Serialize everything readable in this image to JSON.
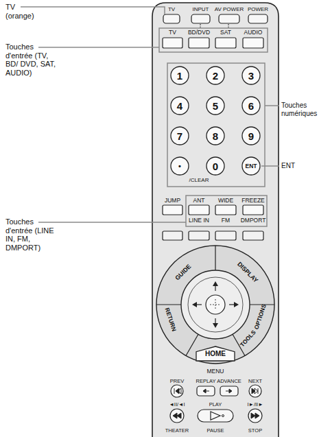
{
  "diagram": {
    "nodes": [
      {
        "text": [
          "1"
        ]
      },
      {
        "text": [
          "2"
        ]
      },
      {
        "text": [
          "3"
        ]
      },
      {
        "text": [
          "4"
        ]
      },
      {
        "text": [
          "5"
        ]
      },
      {
        "text": [
          "6"
        ]
      },
      {
        "text": [
          "7"
        ]
      },
      {
        "text": [
          "8"
        ]
      },
      {
        "text": [
          "9"
        ]
      },
      {
        "text": [
          "•"
        ]
      },
      {
        "text": [
          "0"
        ]
      },
      {
        "text": [
          "ENT"
        ]
      },
      {
        "text": [
          "HOME"
        ]
      }
    ],
    "labels": [
      "TV (orange)",
      "TV",
      "INPUT",
      "AV POWER",
      "POWER",
      "Touches d'entrée (TV, BD/ DVD, SAT, AUDIO)",
      "TV",
      "BD/DVD",
      "SAT",
      "AUDIO",
      "Touches numériques",
      "ENT",
      "/CLEAR",
      "JUMP",
      "ANT",
      "WIDE",
      "FREEZE",
      "Touches d'entrée (LINE IN, FM, DMPORT)",
      "LINE IN",
      "FM",
      "DMPORT",
      "GUIDE",
      "DISPLAY",
      "RETURN",
      "OPTIONS",
      "TOOLS",
      "MENU",
      "PREV",
      "REPLAY",
      "ADVANCE",
      "NEXT",
      "◄II/◄I",
      "PLAY",
      "I►/II►",
      "THEATER",
      "PAUSE",
      "STOP"
    ]
  }
}
